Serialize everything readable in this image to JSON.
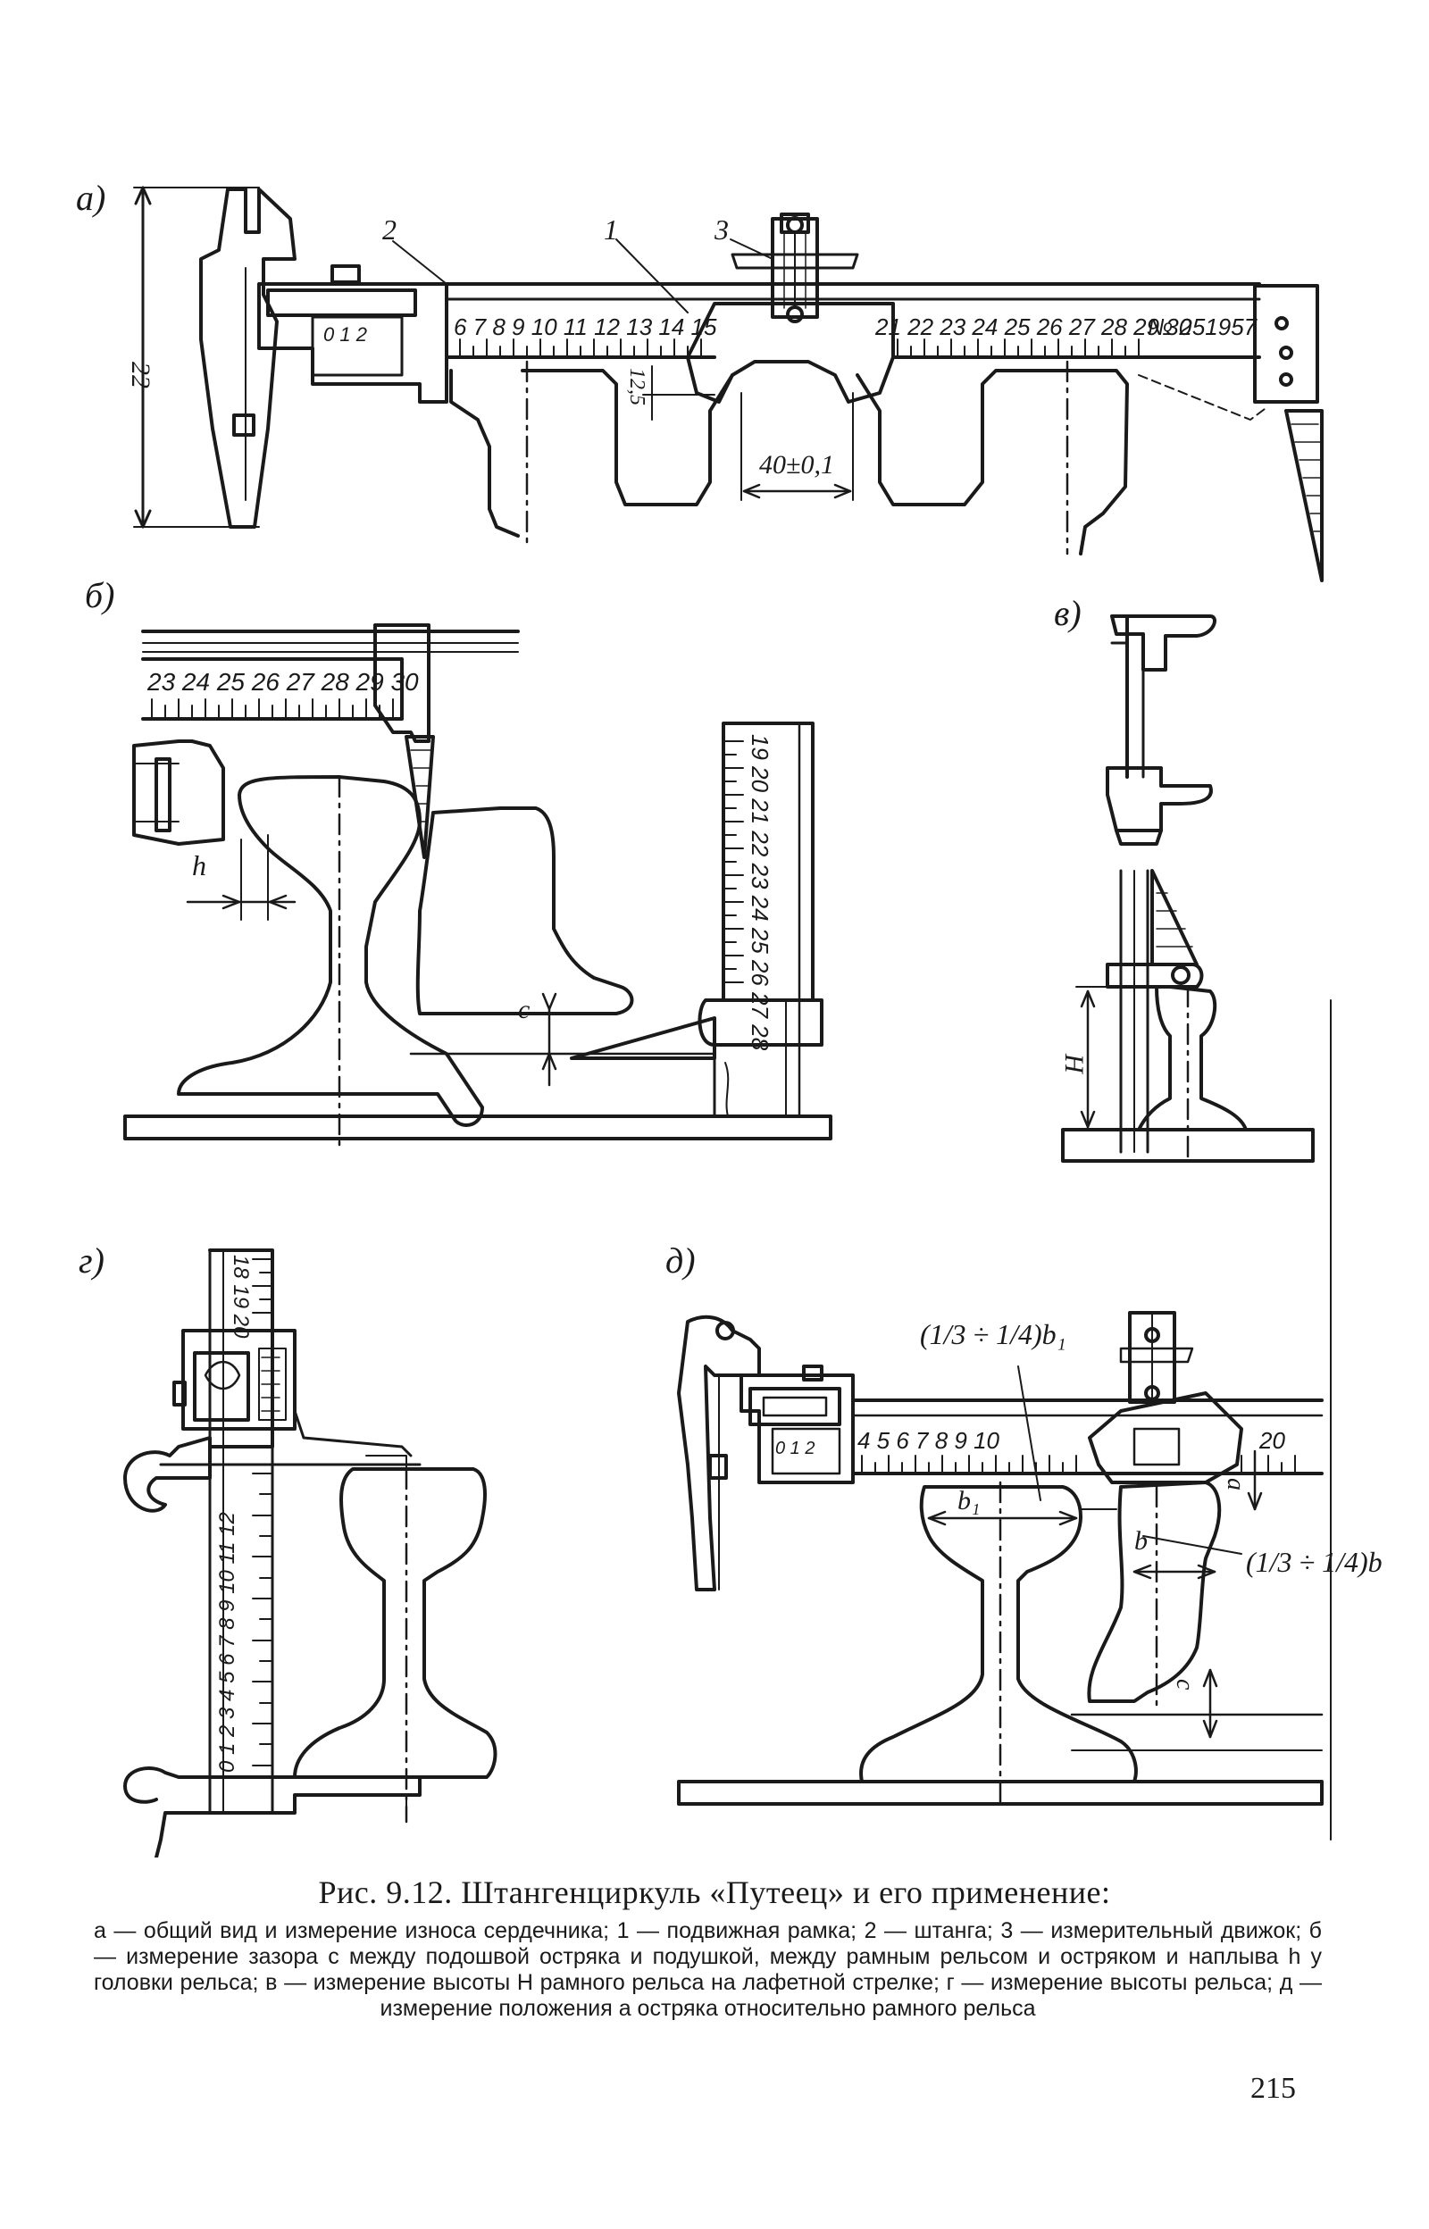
{
  "panels": {
    "a": {
      "letter": "а)",
      "dim_height": "22",
      "dim_gap": "12,5",
      "dim_width": "40±0,1",
      "callout_1": "1",
      "callout_2": "2",
      "callout_3": "3",
      "scale_left": "6  7  8  9 10 11 12 13 14 15",
      "scale_right": "21 22 23 24 25 26 27 28 29 30",
      "serial": "№ 251957",
      "vernier": "0  1  2"
    },
    "b": {
      "letter": "б)",
      "scale_h": "23 24 25 26 27 28 29 30",
      "scale_v": "19 20 21 22 23 24 25 26 27 28",
      "dim_h": "h",
      "dim_c": "c"
    },
    "v": {
      "letter": "в)",
      "dim_H": "H"
    },
    "g": {
      "letter": "г)",
      "scale_top": "18 19 20",
      "scale_v": "0 1 2 3 4 5 6 7 8 9 10 11 12"
    },
    "d": {
      "letter": "д)",
      "scale": "4  5  6  7  8  9  10",
      "scale_end": "20",
      "vernier": "0  1  2",
      "frac_b1": "(1/3 ÷ 1/4)b₁",
      "frac_b": "(1/3 ÷ 1/4)b",
      "dim_b1": "b₁",
      "dim_b": "b",
      "dim_a": "a",
      "dim_c": "c"
    }
  },
  "caption": {
    "title": "Рис. 9.12. Штангенциркуль «Путеец» и его применение:",
    "body": "а — общий вид и измерение износа сердечника; 1 — подвижная рамка; 2 — штанга; 3 — измерительный движок; б — измерение зазора c между подошвой остряка и подушкой, между рамным рельсом и остряком и наплыва h у головки рельса; в — измерение высоты H рамного рельса на лафетной стрелке; г — измерение высоты рельса; д — измерение положения a остряка относительно рамного рельса"
  },
  "page_number": "215"
}
